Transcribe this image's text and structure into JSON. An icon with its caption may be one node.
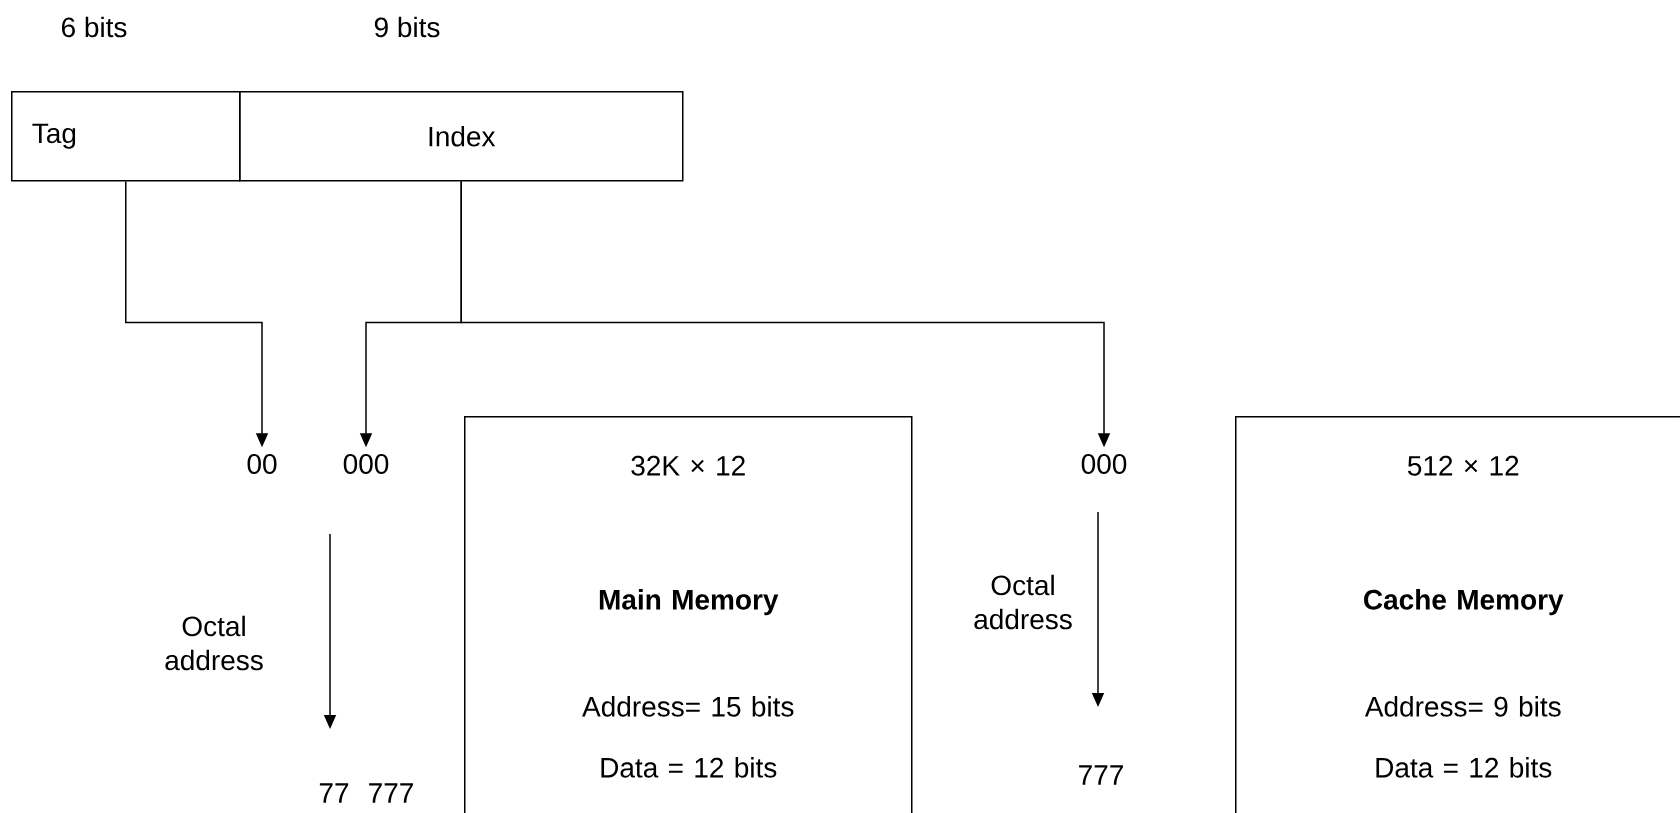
{
  "diagram": {
    "nodes": [
      {
        "text": [
          "Tag"
        ],
        "beside": [
          "6 bits"
        ]
      },
      {
        "text": [
          "Index"
        ],
        "beside": [
          "9 bits"
        ]
      },
      {
        "text": [
          "00"
        ]
      },
      {
        "text": [
          "000"
        ]
      },
      {
        "text": [
          "32K × 12",
          "Main Memory",
          "Address= 15 bits",
          "Data = 12 bits"
        ]
      },
      {
        "text": [
          "000"
        ]
      },
      {
        "text": [
          "512 × 12",
          "Cache Memory",
          "Address= 9 bits",
          "Data = 12 bits"
        ]
      }
    ],
    "edges": [
      {
        "from": 0,
        "to": 2,
        "arrow": "to"
      },
      {
        "from": 1,
        "to": 3,
        "arrow": "to"
      },
      {
        "from": 1,
        "to": 5,
        "arrow": "to"
      }
    ],
    "labels": [
      "Octal address",
      "77",
      "777",
      "Octal address",
      "777"
    ]
  }
}
